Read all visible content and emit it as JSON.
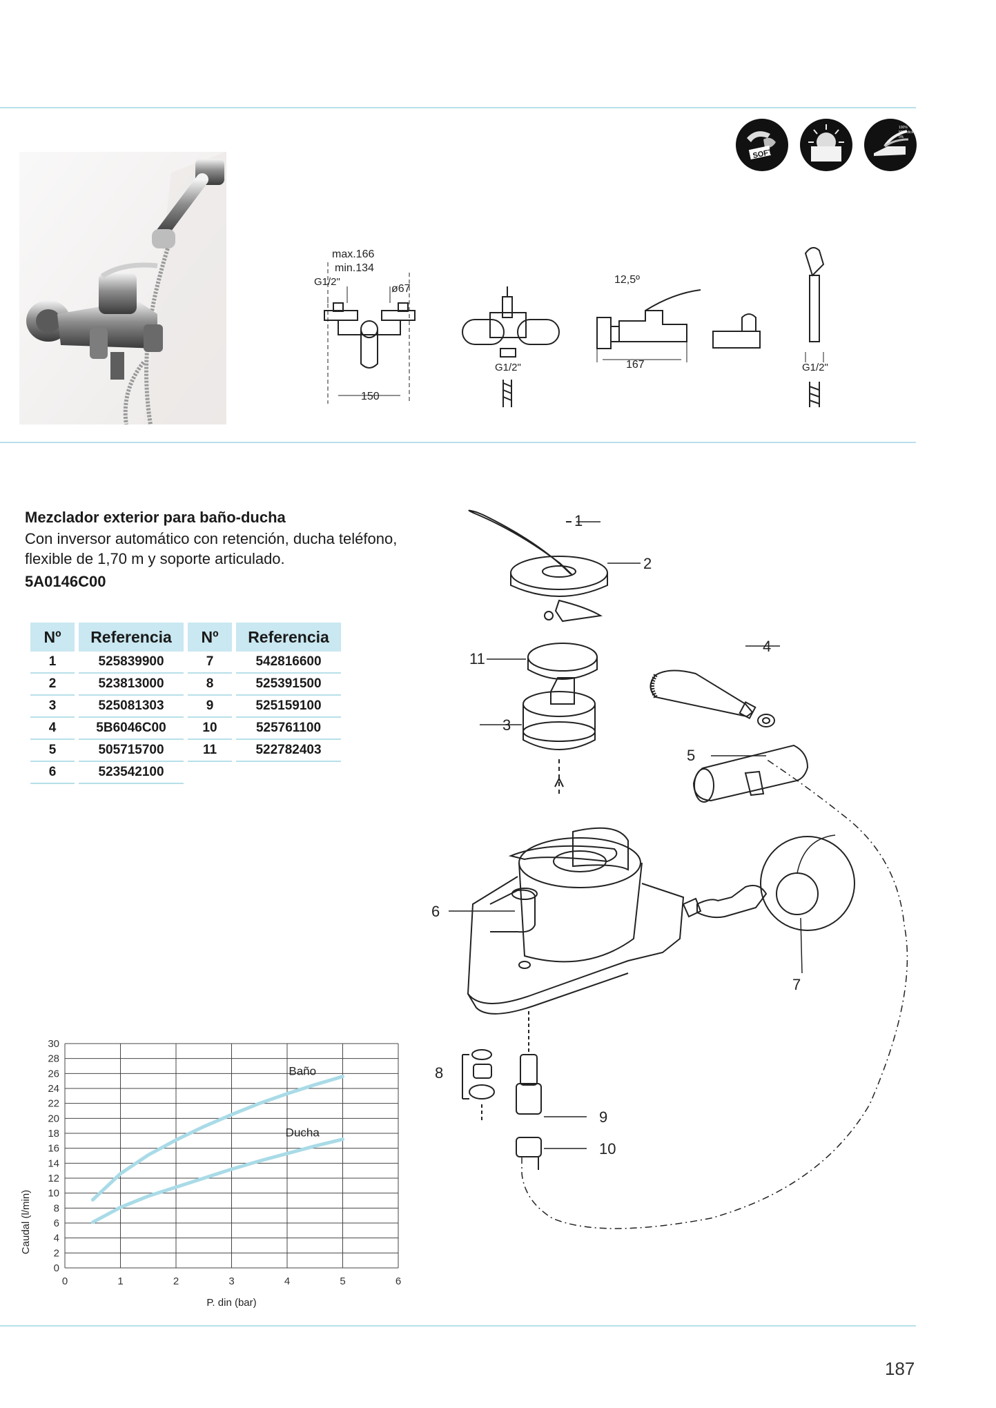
{
  "product": {
    "title": "Mezclador exterior para baño-ducha",
    "description_line1": "Con inversor automático con retención, ducha teléfono,",
    "description_line2": "flexible de 1,70 m y soporte articulado.",
    "reference": "5A0146C00"
  },
  "badges": [
    {
      "icon": "soft-closing-icon",
      "text": "SOFT"
    },
    {
      "icon": "cold-start-icon",
      "text": ""
    },
    {
      "icon": "eco-click-icon",
      "lines": [
        "100%",
        "50% click",
        "0%"
      ]
    }
  ],
  "dimensions": {
    "max": "max.166",
    "min": "min.134",
    "thread": "G1/2\"",
    "diameter": "ø67",
    "width": "150",
    "angle": "12,5º",
    "depth": "167"
  },
  "parts_table": {
    "headers": [
      "Nº",
      "Referencia",
      "Nº",
      "Referencia"
    ],
    "rows": [
      [
        "1",
        "525839900",
        "7",
        "542816600"
      ],
      [
        "2",
        "523813000",
        "8",
        "525391500"
      ],
      [
        "3",
        "525081303",
        "9",
        "525159100"
      ],
      [
        "4",
        "5B6046C00",
        "10",
        "525761100"
      ],
      [
        "5",
        "505715700",
        "11",
        "522782403"
      ],
      [
        "6",
        "523542100",
        "",
        ""
      ]
    ]
  },
  "exploded_labels": [
    "1",
    "2",
    "3",
    "4",
    "5",
    "6",
    "7",
    "8",
    "9",
    "10",
    "11"
  ],
  "chart_data": {
    "type": "line",
    "xlabel": "P. din (bar)",
    "ylabel": "Caudal (l/min)",
    "xlim": [
      0,
      6
    ],
    "ylim": [
      0,
      30
    ],
    "x_ticks": [
      0,
      1,
      2,
      3,
      4,
      5,
      6
    ],
    "y_ticks": [
      0,
      2,
      4,
      6,
      8,
      10,
      12,
      14,
      16,
      18,
      20,
      22,
      24,
      26,
      28,
      30
    ],
    "grid": true,
    "series": [
      {
        "name": "Baño",
        "x": [
          0.5,
          1,
          1.5,
          2,
          2.5,
          3,
          3.5,
          4,
          4.5,
          5
        ],
        "y": [
          9.1,
          12.6,
          15.1,
          17.1,
          18.9,
          20.5,
          22.0,
          23.3,
          24.5,
          25.6
        ]
      },
      {
        "name": "Ducha",
        "x": [
          0.5,
          1,
          1.5,
          2,
          2.5,
          3,
          3.5,
          4,
          4.5,
          5
        ],
        "y": [
          6.1,
          8.1,
          9.6,
          10.8,
          12.0,
          13.2,
          14.3,
          15.3,
          16.3,
          17.2
        ]
      }
    ],
    "line_color": "#a9dbe7"
  },
  "page_number": "187"
}
